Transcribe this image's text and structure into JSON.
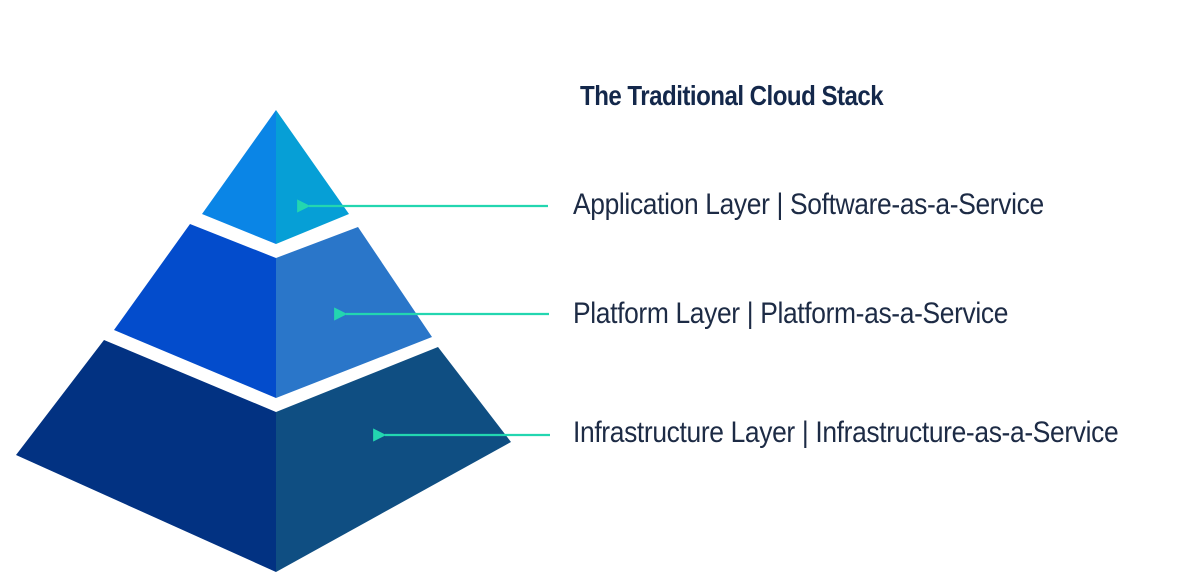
{
  "diagram": {
    "title": "The Traditional Cloud Stack",
    "layers": [
      {
        "label": "Application Layer | Software-as-a-Service",
        "colors": {
          "left": "#0a85e6",
          "right": "#069fd6"
        }
      },
      {
        "label": "Platform Layer | Platform-as-a-Service",
        "colors": {
          "left": "#034ccc",
          "right": "#2a76c9"
        }
      },
      {
        "label": "Infrastructure Layer | Infrastructure-as-a-Service",
        "colors": {
          "left": "#023282",
          "right": "#0f4e82"
        }
      }
    ],
    "arrow_color": "#23d6b0",
    "title_color": "#14284b",
    "label_color": "#1d2b45"
  }
}
